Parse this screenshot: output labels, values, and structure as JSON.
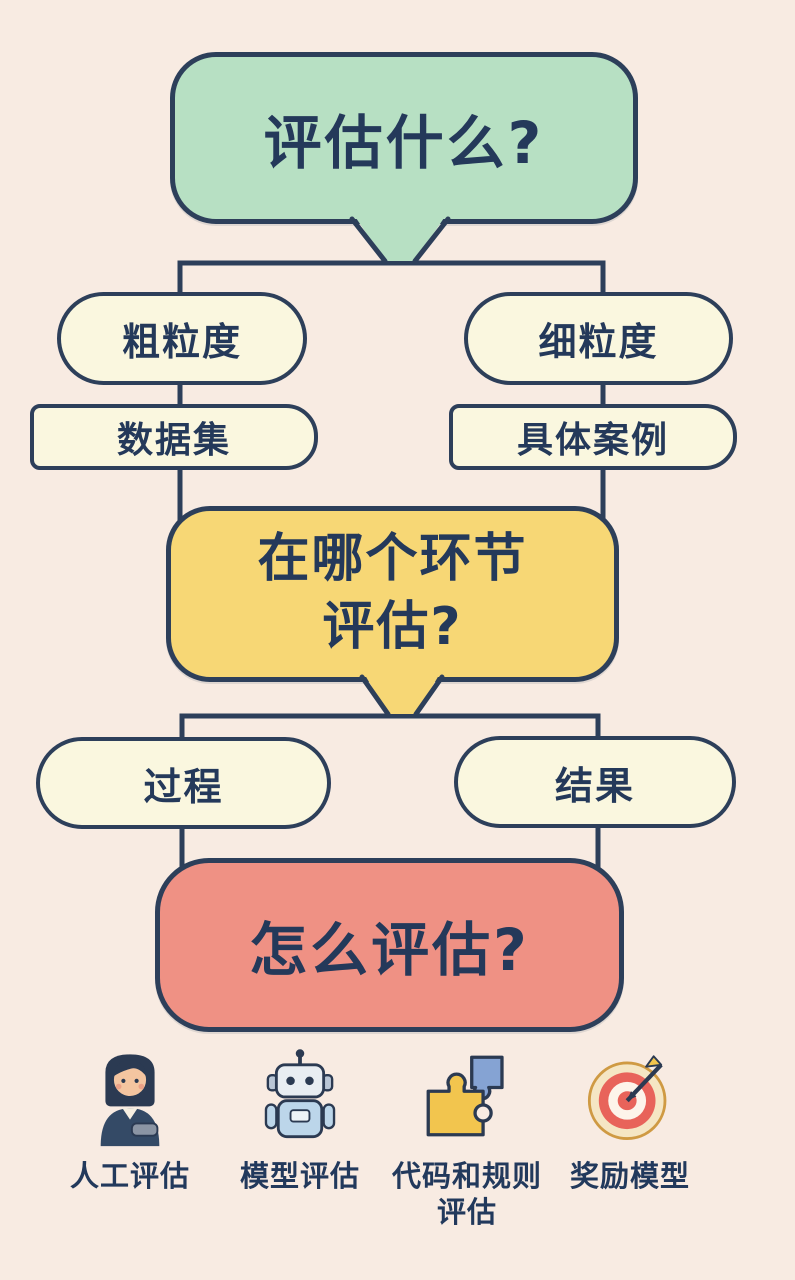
{
  "colors": {
    "background": "#f8ebe2",
    "outline": "#2d3f5a",
    "text": "#24395a",
    "green": "#b7e0c3",
    "cream": "#faf7df",
    "yellow": "#f7d775",
    "salmon": "#ef9184"
  },
  "nodes": {
    "what": "评估什么?",
    "coarse": "粗粒度",
    "fine": "细粒度",
    "dataset": "数据集",
    "case": "具体案例",
    "stage_line1": "在哪个环节",
    "stage_line2": "评估?",
    "process": "过程",
    "result": "结果",
    "how": "怎么评估?"
  },
  "methods": [
    {
      "icon": "woman-evaluator-icon",
      "label": "人工评估"
    },
    {
      "icon": "robot-icon",
      "label": "模型评估"
    },
    {
      "icon": "puzzle-pieces-icon",
      "label": "代码和规则评估"
    },
    {
      "icon": "dartboard-arrow-icon",
      "label": "奖励模型"
    }
  ]
}
